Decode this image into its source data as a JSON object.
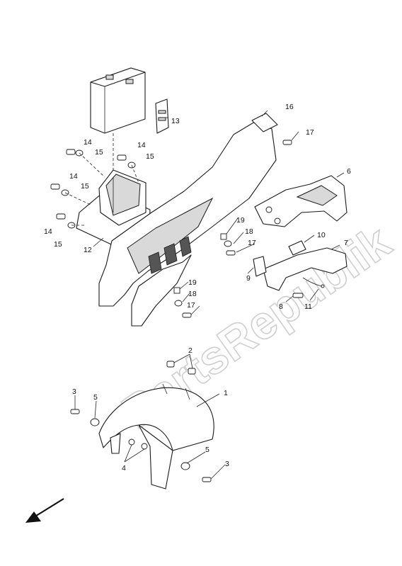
{
  "watermark": "PartsRepublik",
  "callouts": {
    "c1": "1",
    "c2": "2",
    "c3a": "3",
    "c3b": "3",
    "c4": "4",
    "c5a": "5",
    "c5b": "5",
    "c6": "6",
    "c7": "7",
    "c8": "8",
    "c9": "9",
    "c10": "10",
    "c11": "11",
    "c12": "12",
    "c13": "13",
    "c14a": "14",
    "c14b": "14",
    "c14c": "14",
    "c14d": "14",
    "c15a": "15",
    "c15b": "15",
    "c15c": "15",
    "c15d": "15",
    "c16": "16",
    "c17a": "17",
    "c17b": "17",
    "c17c": "17",
    "c18a": "18",
    "c18b": "18",
    "c19a": "19",
    "c19b": "19"
  },
  "icons": {
    "direction": "front-direction-arrow-icon"
  }
}
